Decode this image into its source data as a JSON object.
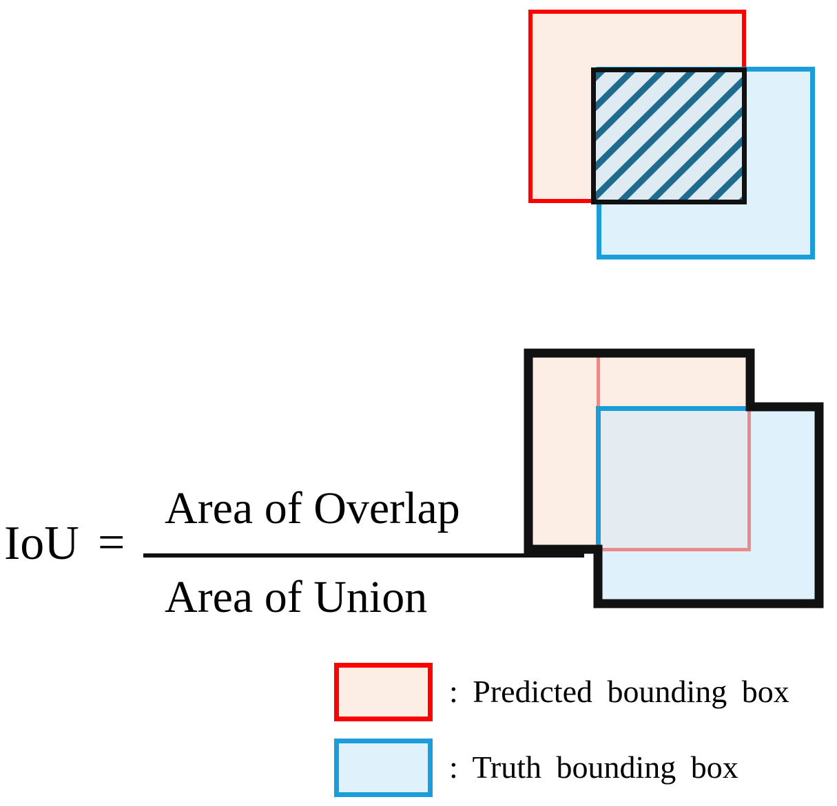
{
  "formula": {
    "lhs": "IoU",
    "equals": "=",
    "numerator": "Area of Overlap",
    "denominator": "Area of Union"
  },
  "diagrams": {
    "overlap": {
      "name": "area-of-overlap-illustration",
      "predicted_box_label": "Predicted bounding box",
      "truth_box_label": "Truth bounding box",
      "intersection_label": "Area of Overlap",
      "intersection_fill": "hatched"
    },
    "union": {
      "name": "area-of-union-illustration",
      "predicted_box_label": "Predicted bounding box",
      "truth_box_label": "Truth bounding box",
      "union_outline_label": "Area of Union"
    }
  },
  "legend": {
    "items": [
      {
        "label": ": Predicted bounding box",
        "stroke": "#FF0000",
        "fill": "#FCEEE5"
      },
      {
        "label": ": Truth bounding box",
        "stroke": "#1A9DD9",
        "fill": "#DFF2FB"
      }
    ]
  },
  "colors": {
    "predicted_stroke": "#FF0000",
    "predicted_fill": "#FCEEE5",
    "truth_stroke": "#1A9DD9",
    "truth_fill": "#DFF2FB",
    "outline_black": "#111111",
    "hatch_stripe": "#1F6B8E",
    "hatch_background": "#DEEBF2",
    "faded_predicted_stroke": "#E88B8B",
    "intersection_fill": "#E4ECF1",
    "background": "#FFFFFF"
  }
}
